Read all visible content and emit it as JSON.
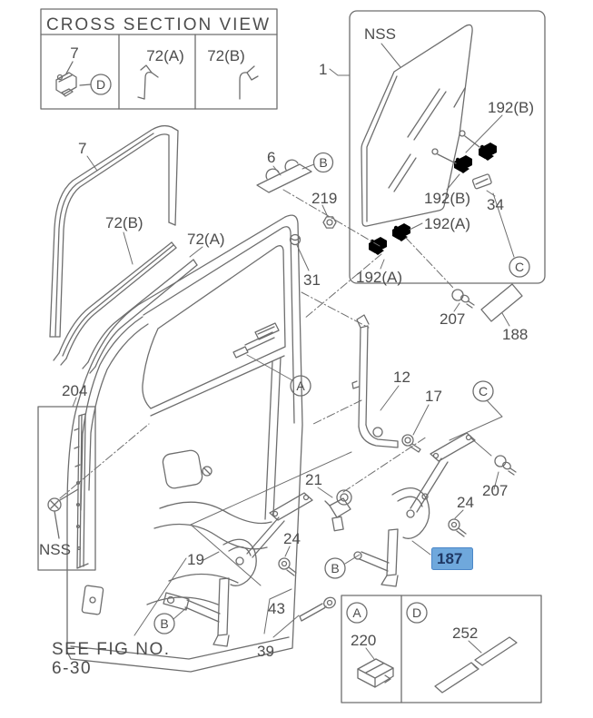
{
  "colors": {
    "line": "#6e6e6e",
    "text": "#4d4d4d",
    "highlight_bg": "#6fa8dc",
    "highlight_border": "#4a86c8",
    "highlight_text": "#1f3864"
  },
  "cross_section": {
    "title": "CROSS SECTION VIEW",
    "col1": "7",
    "col2": "72(A)",
    "col3": "72(B)"
  },
  "refs": {
    "a": "A",
    "b": "B",
    "c": "C",
    "d": "D"
  },
  "callouts": {
    "glass_1": "1",
    "nss_glass": "NSS",
    "r192b_top": "192(B)",
    "r192b_mid": "192(B)",
    "r34": "34",
    "r192a_upper": "192(A)",
    "r192a_lower": "192(A)",
    "screw_207a": "207",
    "plate_188": "188",
    "bracket_6": "6",
    "nut_219": "219",
    "grommet_31": "31",
    "run_channel_7": "7",
    "seal_72b": "72(B)",
    "seal_72a": "72(A)",
    "sash_204": "204",
    "nss_sash": "NSS",
    "rail_12": "12",
    "bolt_17": "17",
    "screw_207b": "207",
    "bolt_24_right": "24",
    "latch_21": "21",
    "bolt_24_left": "24",
    "regulator_19": "19",
    "rod_43": "43",
    "handle_39": "39",
    "regulator_187": "187",
    "clip_220": "220",
    "strip_252": "252"
  },
  "see_fig": {
    "line1": "SEE FIG NO.",
    "line2": "6-30"
  },
  "selected_callout": "187"
}
